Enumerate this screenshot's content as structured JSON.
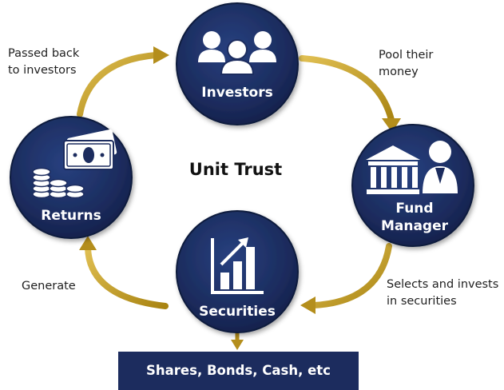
{
  "diagram": {
    "title": "Unit Trust",
    "nodes": {
      "investors": "Investors",
      "fund_manager_line1": "Fund",
      "fund_manager_line2": "Manager",
      "securities": "Securities",
      "returns": "Returns"
    },
    "flows": {
      "investors_to_manager": [
        "Pool their",
        "money"
      ],
      "manager_to_securities": [
        "Selects and invests",
        "in securities"
      ],
      "securities_to_returns": [
        "Generate"
      ],
      "returns_to_investors": [
        "Passed back",
        "to investors"
      ]
    },
    "result": "Shares, Bonds, Cash, etc"
  },
  "colors": {
    "node_fill": "#1c2c5e",
    "node_edge": "#14204a",
    "arrow": "#c8a227",
    "box_fill": "#1c2c5e"
  },
  "icons": {
    "investors": "people-group-icon",
    "fund_manager": "bank-person-icon",
    "securities": "rising-bar-chart-icon",
    "returns": "cash-and-coins-icon"
  }
}
